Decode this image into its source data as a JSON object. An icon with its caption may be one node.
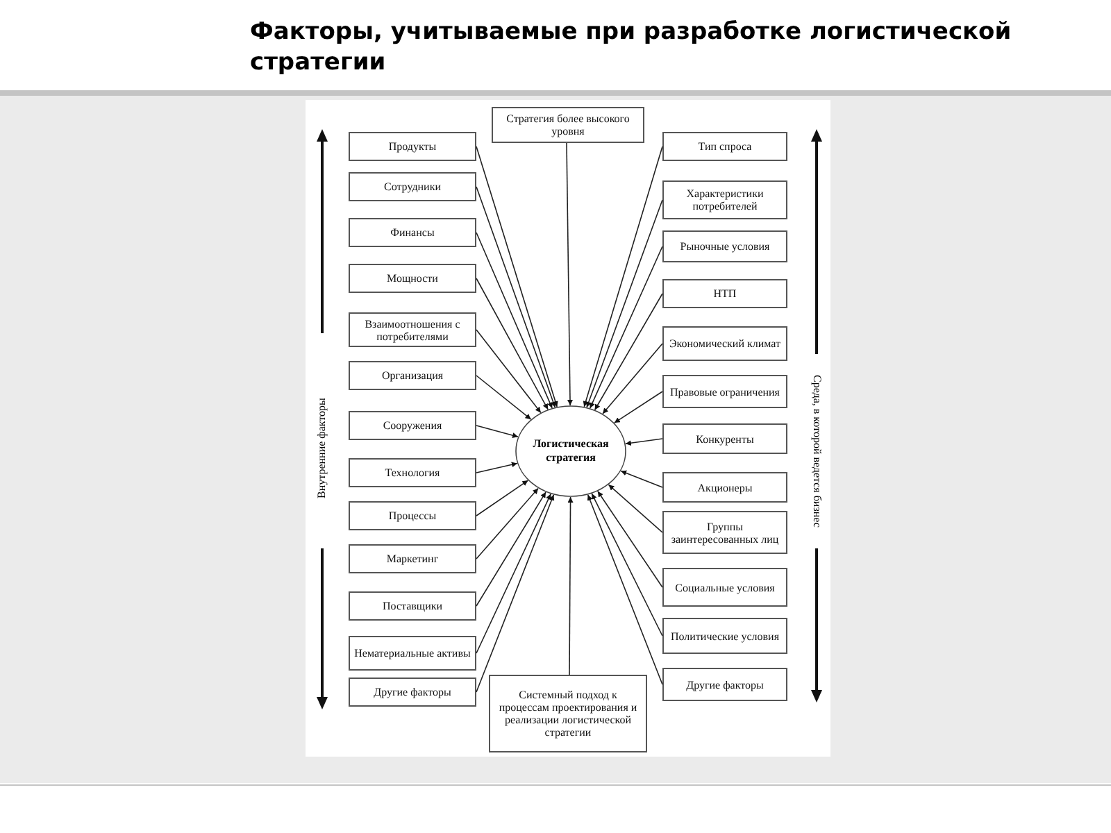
{
  "diagram": {
    "title": "Факторы, учитываемые при разработке логистической стратегии",
    "nodes": [
      {
        "text": [
          "Логистическая стратегия"
        ]
      },
      {
        "text": [
          "Стратегия более высокого уровня"
        ]
      },
      {
        "text": [
          "Продукты"
        ]
      },
      {
        "text": [
          "Сотрудники"
        ]
      },
      {
        "text": [
          "Финансы"
        ]
      },
      {
        "text": [
          "Мощности"
        ]
      },
      {
        "text": [
          "Взаимоотношения с потребителями"
        ]
      },
      {
        "text": [
          "Организация"
        ]
      },
      {
        "text": [
          "Сооружения"
        ]
      },
      {
        "text": [
          "Технология"
        ]
      },
      {
        "text": [
          "Процессы"
        ]
      },
      {
        "text": [
          "Маркетинг"
        ]
      },
      {
        "text": [
          "Поставщики"
        ]
      },
      {
        "text": [
          "Нематериальные активы"
        ]
      },
      {
        "text": [
          "Другие факторы"
        ]
      },
      {
        "text": [
          "Тип спроса"
        ]
      },
      {
        "text": [
          "Характеристики потребителей"
        ]
      },
      {
        "text": [
          "Рыночные условия"
        ]
      },
      {
        "text": [
          "НТП"
        ]
      },
      {
        "text": [
          "Экономический климат"
        ]
      },
      {
        "text": [
          "Правовые ограничения"
        ]
      },
      {
        "text": [
          "Конкуренты"
        ]
      },
      {
        "text": [
          "Акционеры"
        ]
      },
      {
        "text": [
          "Группы заинтересованных лиц"
        ]
      },
      {
        "text": [
          "Социальные условия"
        ]
      },
      {
        "text": [
          "Политические условия"
        ]
      },
      {
        "text": [
          "Другие факторы"
        ]
      },
      {
        "text": [
          "Системный подход к процессам проектирования и реализации логистической стратегии"
        ]
      }
    ],
    "edges": [
      {
        "from": 1,
        "to": 0,
        "arrow": "to"
      },
      {
        "from": 2,
        "to": 0,
        "arrow": "to"
      },
      {
        "from": 3,
        "to": 0,
        "arrow": "to"
      },
      {
        "from": 4,
        "to": 0,
        "arrow": "to"
      },
      {
        "from": 5,
        "to": 0,
        "arrow": "to"
      },
      {
        "from": 6,
        "to": 0,
        "arrow": "to"
      },
      {
        "from": 7,
        "to": 0,
        "arrow": "to"
      },
      {
        "from": 8,
        "to": 0,
        "arrow": "to"
      },
      {
        "from": 9,
        "to": 0,
        "arrow": "to"
      },
      {
        "from": 10,
        "to": 0,
        "arrow": "to"
      },
      {
        "from": 11,
        "to": 0,
        "arrow": "to"
      },
      {
        "from": 12,
        "to": 0,
        "arrow": "to"
      },
      {
        "from": 13,
        "to": 0,
        "arrow": "to"
      },
      {
        "from": 14,
        "to": 0,
        "arrow": "to"
      },
      {
        "from": 15,
        "to": 0,
        "arrow": "to"
      },
      {
        "from": 16,
        "to": 0,
        "arrow": "to"
      },
      {
        "from": 17,
        "to": 0,
        "arrow": "to"
      },
      {
        "from": 18,
        "to": 0,
        "arrow": "to"
      },
      {
        "from": 19,
        "to": 0,
        "arrow": "to"
      },
      {
        "from": 20,
        "to": 0,
        "arrow": "to"
      },
      {
        "from": 21,
        "to": 0,
        "arrow": "to"
      },
      {
        "from": 22,
        "to": 0,
        "arrow": "to"
      },
      {
        "from": 23,
        "to": 0,
        "arrow": "to"
      },
      {
        "from": 24,
        "to": 0,
        "arrow": "to"
      },
      {
        "from": 25,
        "to": 0,
        "arrow": "to"
      },
      {
        "from": 26,
        "to": 0,
        "arrow": "to"
      },
      {
        "from": 27,
        "to": 0,
        "arrow": "to"
      }
    ],
    "labels": [
      "Внутренние факторы",
      "Среда, в которой ведется бизнес"
    ]
  }
}
